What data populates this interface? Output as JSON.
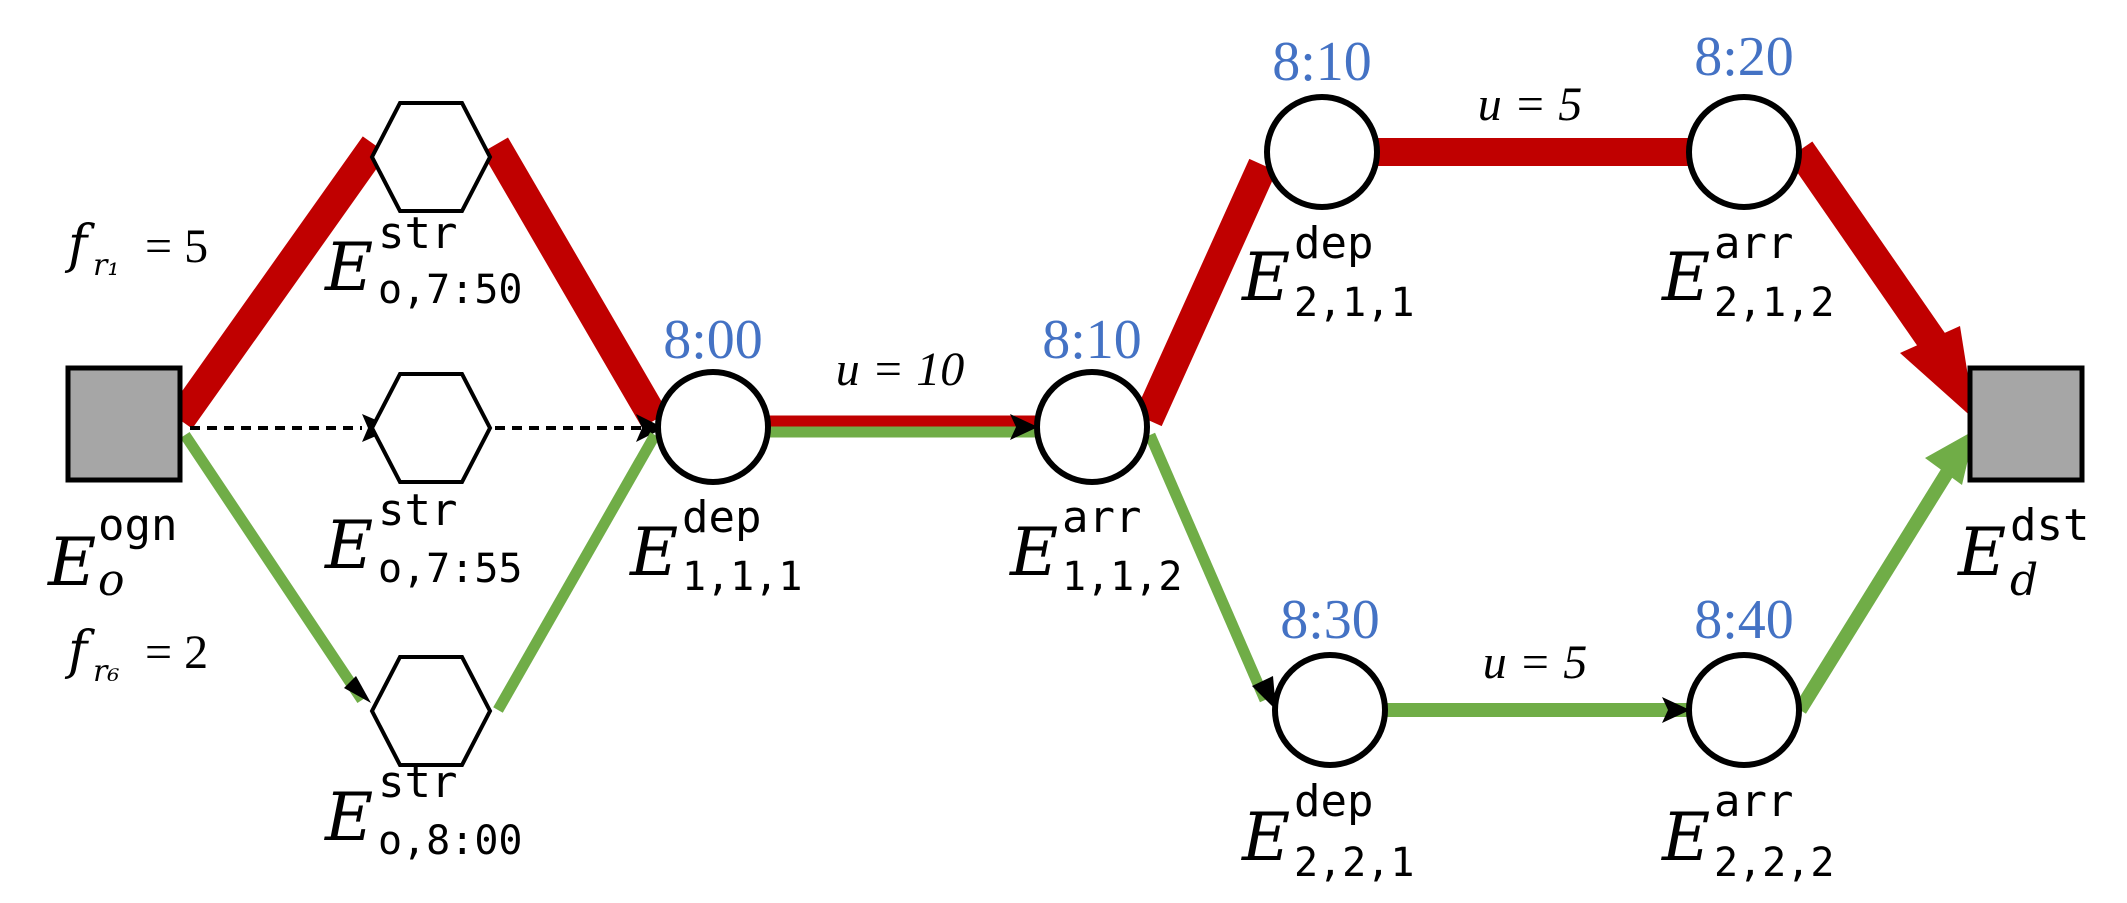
{
  "colors": {
    "red": "#c00000",
    "green": "#70ad47",
    "time": "#4472c4",
    "terminal_fill": "#a6a6a6"
  },
  "flows": {
    "r1": {
      "label": "f",
      "sub": "r₁",
      "value": "= 5",
      "color": "red"
    },
    "r6": {
      "label": "f",
      "sub": "r₆",
      "value": "= 2",
      "color": "green"
    }
  },
  "capacities": {
    "u1": "u = 10",
    "u2": "u = 5",
    "u3": "u = 5"
  },
  "times": {
    "t1": "8:00",
    "t2": "8:10",
    "t3": "8:10",
    "t4": "8:20",
    "t5": "8:30",
    "t6": "8:40"
  },
  "nodes": {
    "origin": {
      "main": "E",
      "sup": "ogn",
      "sub": "o",
      "shape": "square"
    },
    "start1": {
      "main": "E",
      "sup": "str",
      "sub": "o,7:50",
      "shape": "hexagon"
    },
    "start2": {
      "main": "E",
      "sup": "str",
      "sub": "o,7:55",
      "shape": "hexagon"
    },
    "start3": {
      "main": "E",
      "sup": "str",
      "sub": "o,8:00",
      "shape": "hexagon"
    },
    "dep111": {
      "main": "E",
      "sup": "dep",
      "sub": "1,1,1",
      "shape": "circle"
    },
    "arr112": {
      "main": "E",
      "sup": "arr",
      "sub": "1,1,2",
      "shape": "circle"
    },
    "dep211": {
      "main": "E",
      "sup": "dep",
      "sub": "2,1,1",
      "shape": "circle"
    },
    "arr212": {
      "main": "E",
      "sup": "arr",
      "sub": "2,1,2",
      "shape": "circle"
    },
    "dep221": {
      "main": "E",
      "sup": "dep",
      "sub": "2,2,1",
      "shape": "circle"
    },
    "arr222": {
      "main": "E",
      "sup": "arr",
      "sub": "2,2,2",
      "shape": "circle"
    },
    "dest": {
      "main": "E",
      "sup": "dst",
      "sub": "d",
      "shape": "square"
    }
  }
}
